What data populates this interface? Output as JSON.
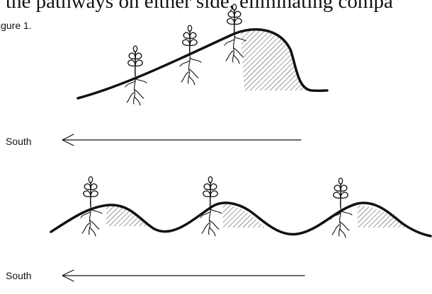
{
  "header": {
    "text": "the pathways on either side, eliminating compa"
  },
  "figure": {
    "caption": "igure 1."
  },
  "diagram_top": {
    "direction_label": "South"
  },
  "diagram_bottom": {
    "direction_label": "South"
  }
}
